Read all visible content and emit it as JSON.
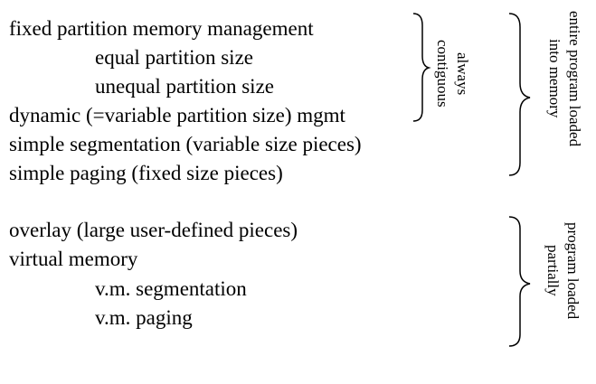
{
  "lines": [
    "fixed partition memory management",
    "equal partition size",
    "unequal partition size",
    "dynamic (=variable partition size) mgmt",
    "simple segmentation (variable size pieces)",
    "simple paging (fixed size pieces)",
    "overlay (large user-defined pieces)",
    "virtual memory",
    "v.m. segmentation",
    "v.m. paging"
  ],
  "labels": {
    "always_contiguous": [
      "always",
      "contiguous"
    ],
    "entire_program_loaded": [
      "entire program loaded",
      "into memory"
    ],
    "program_loaded_partially": [
      "program loaded",
      "partially"
    ]
  }
}
